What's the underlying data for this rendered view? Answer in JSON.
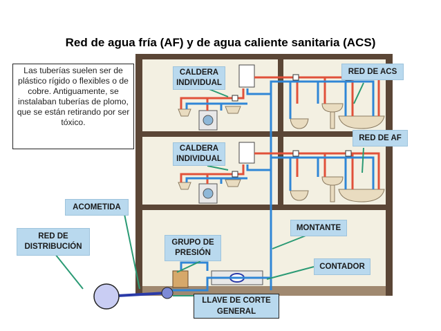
{
  "title": "Red de agua fría (AF) y de agua caliente sanitaria (ACS)",
  "note": "Las tuberías suelen ser de plástico rígido o flexibles o de cobre. Antiguamente, se instalaban tuberías de plomo, que se están retirando por ser tóxico.",
  "labels": {
    "caldera_top": "CALDERA INDIVIDUAL",
    "caldera_mid": "CALDERA INDIVIDUAL",
    "red_acs": "RED DE ACS",
    "red_af": "RED DE AF",
    "acometida": "ACOMETIDA",
    "red_distribucion": "RED DE DISTRIBUCIÓN",
    "grupo_presion": "GRUPO DE PRESIÓN",
    "montante": "MONTANTE",
    "contador": "CONTADOR",
    "llave_corte": "LLAVE DE CORTE GENERAL"
  },
  "colors": {
    "wall": "#5b4636",
    "interior": "#f3f0e2",
    "hot_pipe": "#e0513a",
    "cold_pipe": "#2f86d6",
    "supply_pipe": "#2a3aa8",
    "label_bg": "#b9d9ee"
  }
}
